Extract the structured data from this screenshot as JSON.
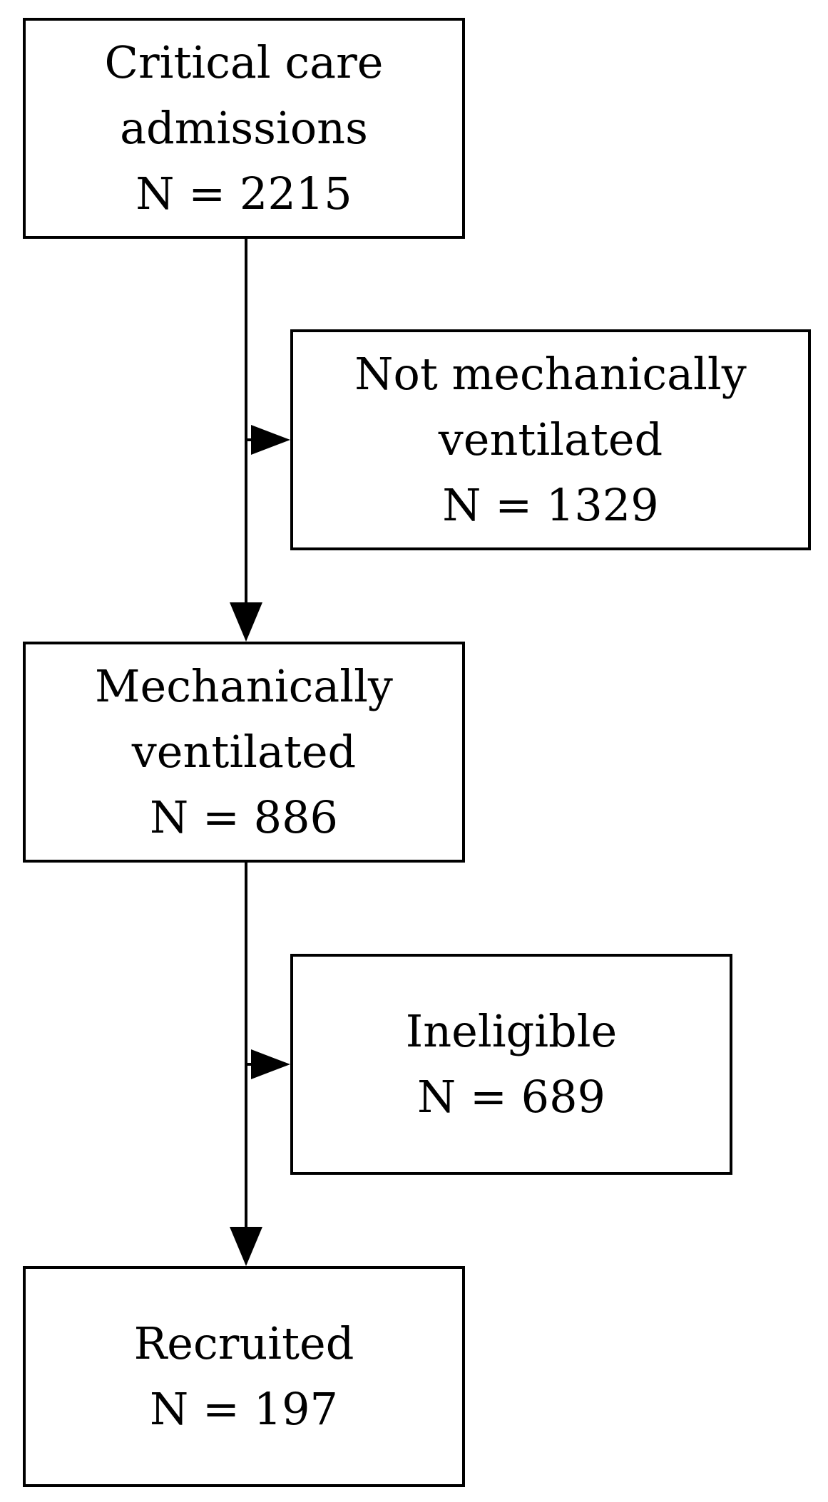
{
  "flowchart": {
    "nodes": [
      {
        "id": "admissions",
        "lines": [
          "Critical care",
          "admissions",
          "N = 2215"
        ]
      },
      {
        "id": "not_mv",
        "lines": [
          "Not mechanically",
          "ventilated",
          "N = 1329"
        ]
      },
      {
        "id": "mv",
        "lines": [
          "Mechanically",
          "ventilated",
          "N = 886"
        ]
      },
      {
        "id": "ineligible",
        "lines": [
          "Ineligible",
          "N = 689"
        ]
      },
      {
        "id": "recruited",
        "lines": [
          "Recruited",
          "N = 197"
        ]
      }
    ],
    "edges": [
      {
        "from": "admissions",
        "to": "mv"
      },
      {
        "from": "admissions",
        "to": "not_mv"
      },
      {
        "from": "mv",
        "to": "recruited"
      },
      {
        "from": "mv",
        "to": "ineligible"
      }
    ]
  }
}
